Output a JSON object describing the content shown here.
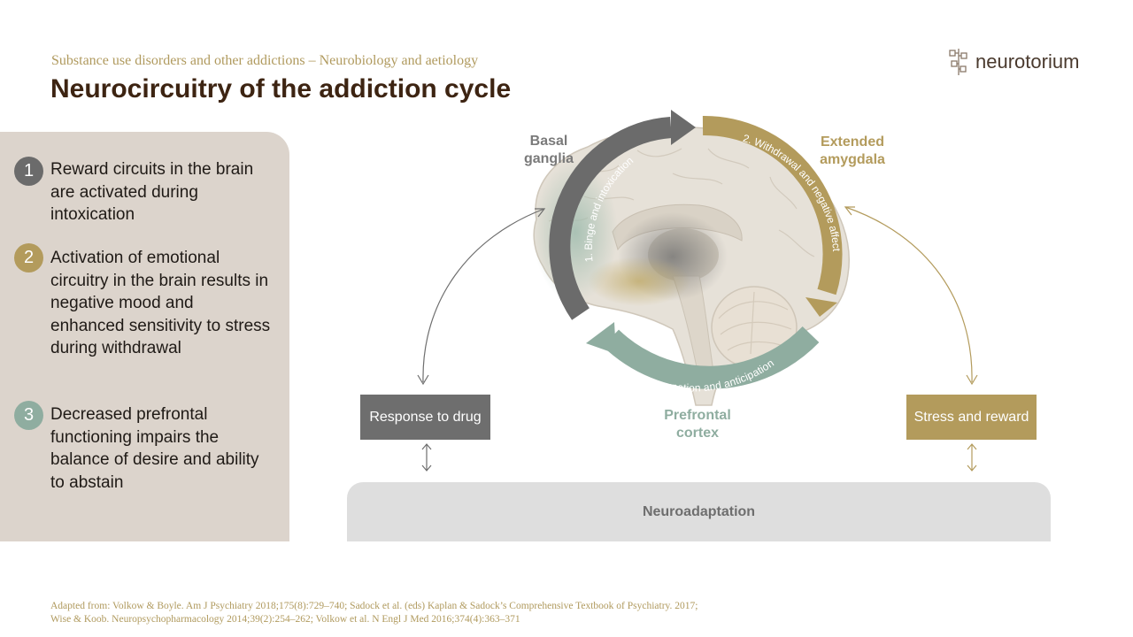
{
  "header": {
    "subtitle": "Substance use disorders and other addictions – Neurobiology and aetiology",
    "title": "Neurocircuitry of the addiction cycle",
    "logo_text": "neurotorium"
  },
  "points": [
    {
      "number": "1",
      "color": "#6b6b6b",
      "text": "Reward circuits in the brain are activated during intoxication"
    },
    {
      "number": "2",
      "color": "#b39b5c",
      "text": "Activation of emotional circuitry in the brain results in negative mood and enhanced sensitivity to stress during withdrawal"
    },
    {
      "number": "3",
      "color": "#8fada0",
      "text": "Decreased prefrontal functioning impairs the balance of desire and ability to abstain"
    }
  ],
  "diagram": {
    "region_labels": {
      "basal_ganglia": "Basal ganglia",
      "extended_amygdala": "Extended amygdala",
      "prefrontal_cortex": "Prefrontal cortex"
    },
    "stages": {
      "stage1": "1. Binge and intoxication",
      "stage2": "2. Withdrawal and negative affect",
      "stage3": "3. Preoccupation and anticipation"
    },
    "boxes": {
      "response": "Response to drug",
      "stress": "Stress and reward"
    },
    "neuroadaptation": "Neuroadaptation",
    "colors": {
      "stage1": "#6b6b6b",
      "stage2": "#b39b5c",
      "stage3": "#8fada0",
      "brain": "#e6e1d8"
    }
  },
  "references": {
    "line1": "Adapted from: Volkow & Boyle. Am J Psychiatry 2018;175(8):729–740; Sadock et al. (eds) Kaplan & Sadock’s Comprehensive Textbook of Psychiatry. 2017;",
    "line2": "Wise & Koob. Neuropsychopharmacology 2014;39(2):254–262; Volkow et al. N Engl J Med 2016;374(4):363–371"
  }
}
